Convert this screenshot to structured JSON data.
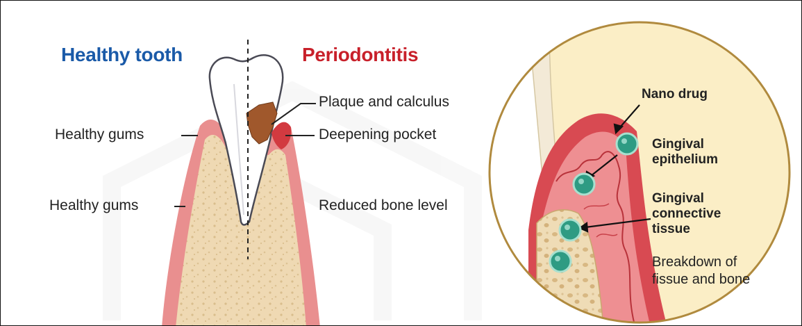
{
  "colors": {
    "healthy_title": "#1a5aa8",
    "disease_title": "#c8202a",
    "gum": "#e98f8f",
    "gum_dark": "#d94a4f",
    "bone": "#efd9b3",
    "enamel": "#ffffff",
    "plaque": "#a0582c",
    "nano": "#2e9b83",
    "circle_border": "#b08a3e"
  },
  "titles": {
    "healthy": "Healthy tooth",
    "periodontitis": "Periodontitis"
  },
  "left_labels": {
    "gums_upper": "Healthy gums",
    "gums_lower": "Healthy gums"
  },
  "right_labels": {
    "plaque": "Plaque and calculus",
    "pocket": "Deepening pocket",
    "bone": "Reduced bone level"
  },
  "inset_labels": {
    "nano": "Nano drug",
    "epithelium_1": "Gingival",
    "epithelium_2": "epithelium",
    "connective_1": "Gingival",
    "connective_2": "connective",
    "connective_3": "tissue",
    "breakdown_1": "Breakdown of",
    "breakdown_2": "fissue and bone"
  }
}
